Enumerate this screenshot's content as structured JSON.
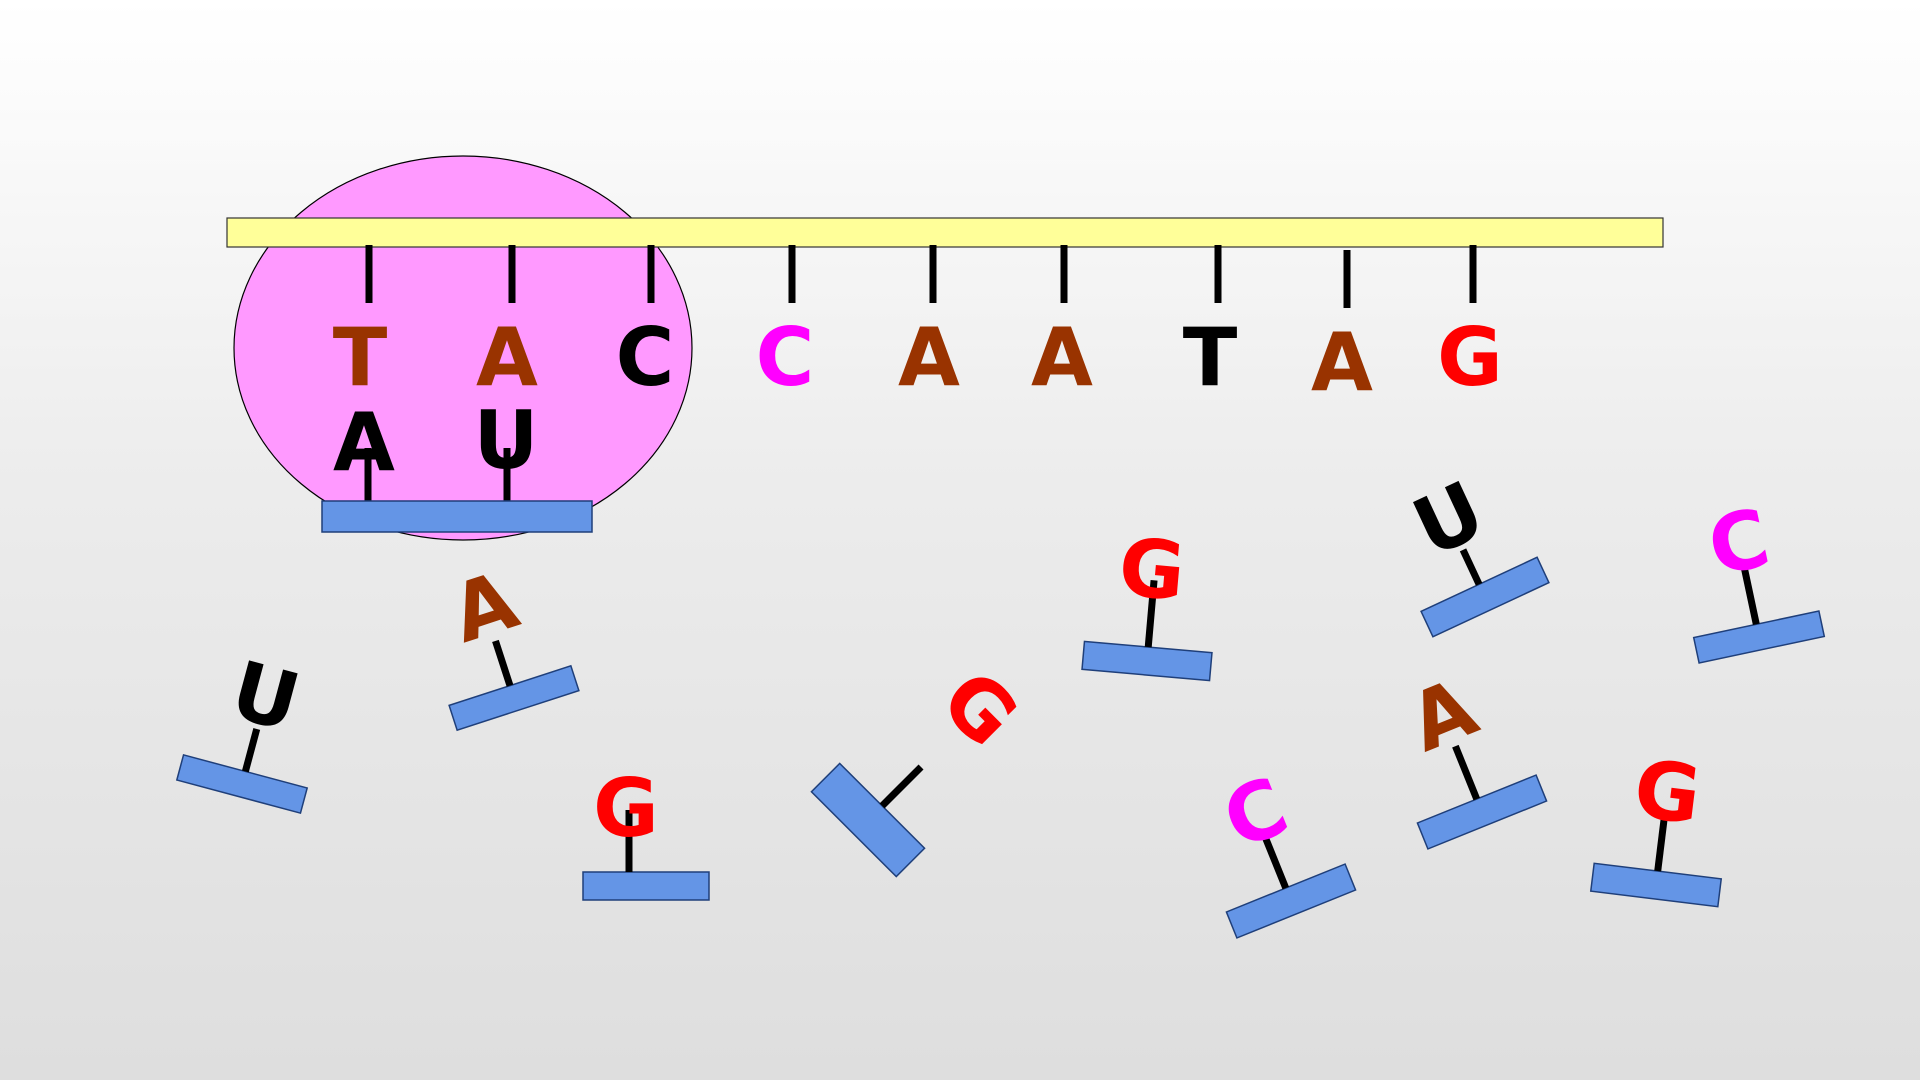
{
  "colors": {
    "background": "#e6e6e6",
    "ribosome": "#ff99ff",
    "strand": "#ffff99",
    "block": "#6495e6",
    "tick": "#000000"
  },
  "dna_strand": {
    "bases": [
      {
        "letter": "T",
        "color": "#993300"
      },
      {
        "letter": "A",
        "color": "#993300"
      },
      {
        "letter": "C",
        "color": "#000000"
      },
      {
        "letter": "C",
        "color": "#ff00ff"
      },
      {
        "letter": "A",
        "color": "#993300"
      },
      {
        "letter": "A",
        "color": "#993300"
      },
      {
        "letter": "T",
        "color": "#000000"
      },
      {
        "letter": "A",
        "color": "#993300"
      },
      {
        "letter": "G",
        "color": "#ff0000"
      }
    ]
  },
  "bound_unit": {
    "bases": [
      {
        "letter": "A",
        "color": "#000000"
      },
      {
        "letter": "U",
        "color": "#000000"
      }
    ]
  },
  "free_nucleotides": [
    {
      "letter": "U",
      "color": "#000000"
    },
    {
      "letter": "A",
      "color": "#993300"
    },
    {
      "letter": "G",
      "color": "#ff0000"
    },
    {
      "letter": "G",
      "color": "#ff0000"
    },
    {
      "letter": "G",
      "color": "#ff0000"
    },
    {
      "letter": "U",
      "color": "#000000"
    },
    {
      "letter": "C",
      "color": "#ff00ff"
    },
    {
      "letter": "C",
      "color": "#ff00ff"
    },
    {
      "letter": "A",
      "color": "#993300"
    },
    {
      "letter": "G",
      "color": "#ff0000"
    }
  ]
}
